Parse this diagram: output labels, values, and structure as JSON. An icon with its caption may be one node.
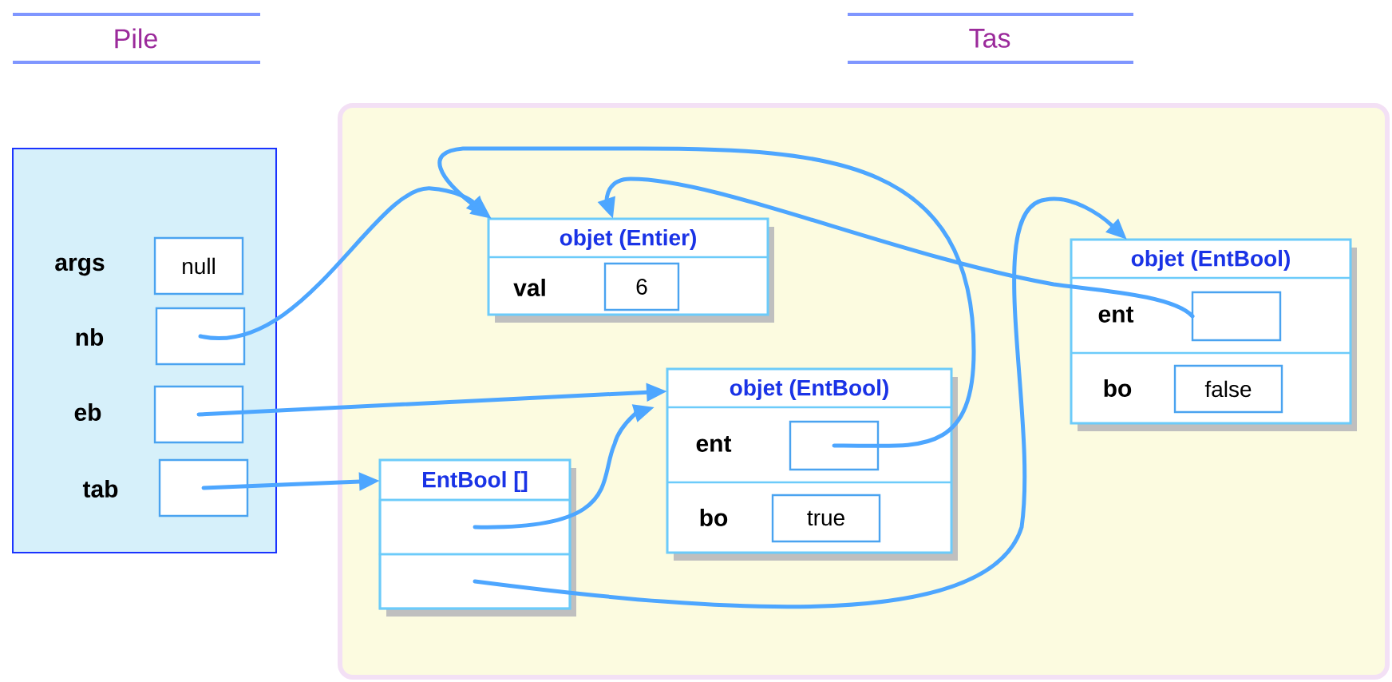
{
  "diagram": {
    "nodes": [
      {
        "text": [
          "Pile"
        ]
      },
      {
        "text": [
          "Tas"
        ]
      },
      {
        "text": [
          "null"
        ],
        "beside": [
          "args"
        ],
        "in": 0
      },
      {
        "text": [],
        "shape": "box",
        "beside": [
          "nb"
        ],
        "in": 0
      },
      {
        "text": [],
        "shape": "box",
        "beside": [
          "eb"
        ],
        "in": 0
      },
      {
        "text": [],
        "shape": "box",
        "beside": [
          "tab"
        ],
        "in": 0
      },
      {
        "text": [
          "objet (Entier)"
        ],
        "in": 1
      },
      {
        "text": [
          "6"
        ],
        "beside": [
          "val"
        ],
        "in": 6
      },
      {
        "text": [
          "objet (EntBool)"
        ],
        "in": 1
      },
      {
        "text": [],
        "shape": "box",
        "beside": [
          "ent"
        ],
        "in": 8
      },
      {
        "text": [
          "true"
        ],
        "beside": [
          "bo"
        ],
        "in": 8
      },
      {
        "text": [
          "EntBool []"
        ],
        "in": 1
      },
      {
        "text": [],
        "shape": "box",
        "in": 11
      },
      {
        "text": [],
        "shape": "box",
        "in": 11
      },
      {
        "text": [
          "objet (EntBool)"
        ],
        "in": 1
      },
      {
        "text": [],
        "shape": "box",
        "beside": [
          "ent"
        ],
        "in": 14
      },
      {
        "text": [
          "false"
        ],
        "beside": [
          "bo"
        ],
        "in": 14
      }
    ],
    "edges": [
      {
        "from": 3,
        "to": 6,
        "arrow": "to"
      },
      {
        "from": 4,
        "to": 8,
        "arrow": "to"
      },
      {
        "from": 5,
        "to": 11,
        "arrow": "to"
      },
      {
        "from": 12,
        "to": 8,
        "arrow": "to"
      },
      {
        "from": 13,
        "to": 14,
        "arrow": "to"
      },
      {
        "from": 9,
        "to": 6,
        "arrow": "to"
      },
      {
        "from": 15,
        "to": 6,
        "arrow": "to"
      }
    ]
  }
}
